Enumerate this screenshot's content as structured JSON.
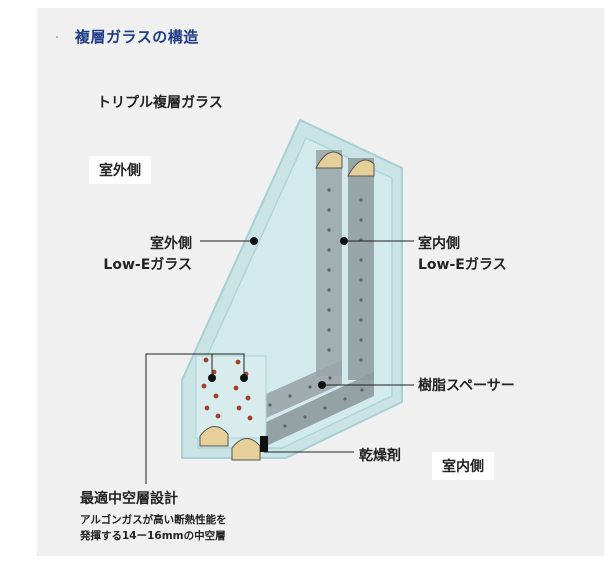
{
  "header": {
    "title": "複層ガラスの構造"
  },
  "diagram": {
    "subtitle": "トリプル複層ガラス",
    "labels": {
      "outdoor": "室外側",
      "indoor": "室内側",
      "lowe_outdoor_line1": "室外側",
      "lowe_outdoor_line2": "Low-Eガラス",
      "lowe_indoor_line1": "室内側",
      "lowe_indoor_line2": "Low-Eガラス",
      "spacer": "樹脂スペーサー",
      "desiccant": "乾燥剤",
      "gap_title": "最適中空層設計",
      "gap_desc_line1": "アルゴンガスが高い断熱性能を",
      "gap_desc_line2": "発揮する14ー16mmの中空層"
    },
    "colors": {
      "header": "#1f3c88",
      "glass": "#c6e3e6",
      "glass_edge": "#9fcdd1",
      "spacer": "#8e9a9c",
      "desiccant": "#e6d09a",
      "argon_dots": "#a3402a"
    }
  }
}
